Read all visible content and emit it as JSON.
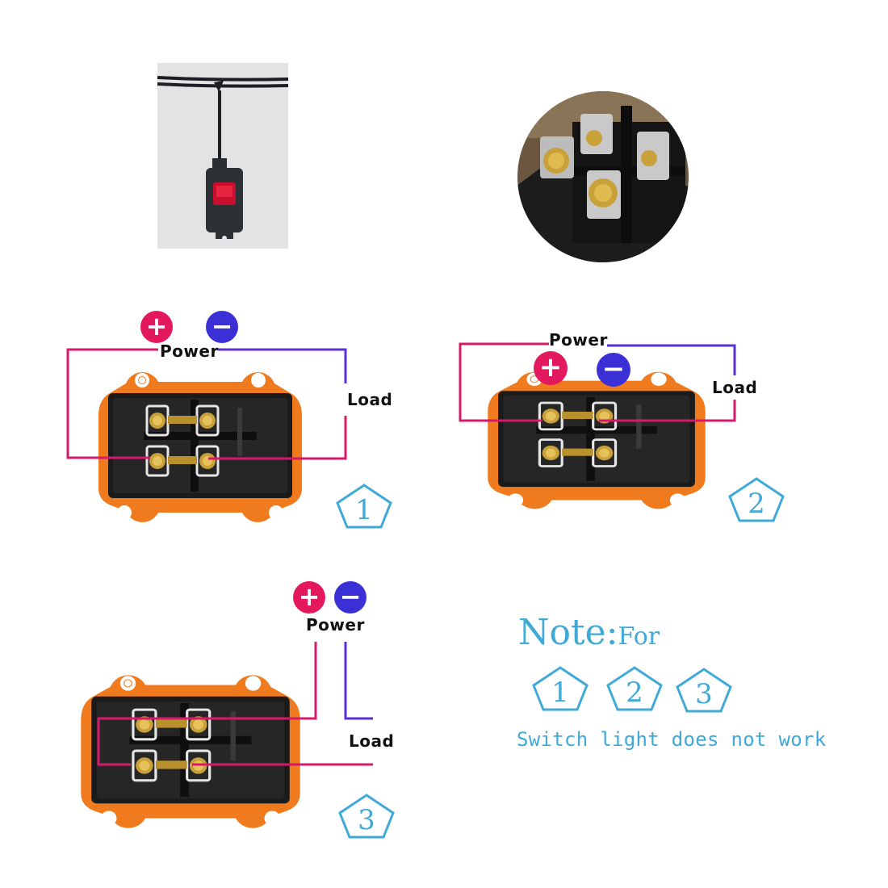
{
  "colors": {
    "plus": "#e3185f",
    "minus": "#3b2fd6",
    "wire_pos": "#d6196a",
    "wire_neg": "#5c2fd6",
    "housing": "#f07a1e",
    "note": "#3fa9d8"
  },
  "icons": {
    "plus": "+",
    "minus": "−"
  },
  "diagrams": [
    {
      "power_label": "Power",
      "load_label": "Load",
      "number": "1"
    },
    {
      "power_label": "Power",
      "load_label": "Load",
      "number": "2"
    },
    {
      "power_label": "Power",
      "load_label": "Load",
      "number": "3"
    }
  ],
  "note": {
    "title": "Note:",
    "title_suffix": "For",
    "numbers": [
      "1",
      "2",
      "3"
    ],
    "text": "Switch light does not work"
  }
}
